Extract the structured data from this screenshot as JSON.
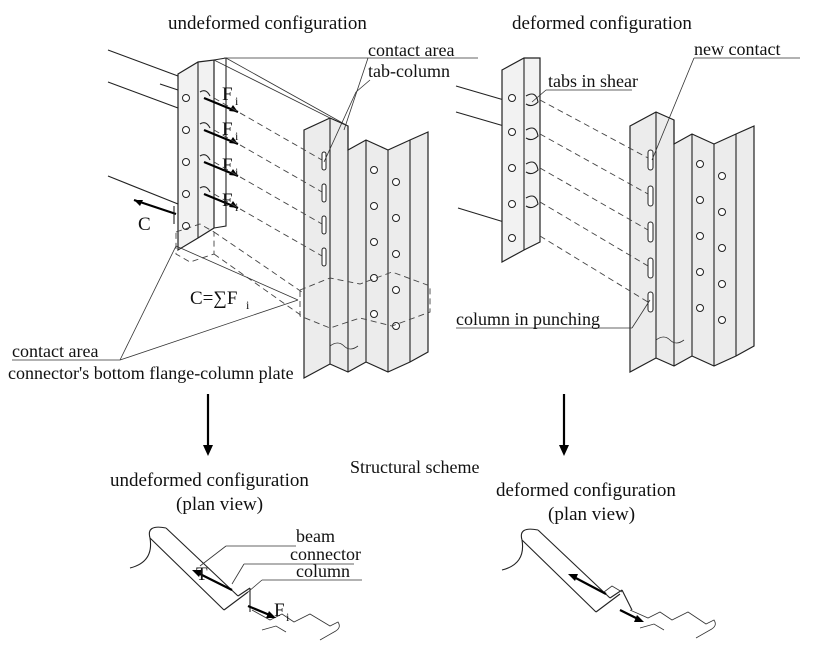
{
  "labels": {
    "undeformed_title": "undeformed configuration",
    "deformed_title": "deformed configuration",
    "contact_area_1": "contact area",
    "tab_column": "tab-column",
    "new_contact": "new contact",
    "tabs_in_shear": "tabs in shear",
    "force_symbol": "F",
    "force_subscript": "i",
    "compression_symbol": "C",
    "sum_equation": "C=∑F",
    "sum_subscript": "i",
    "column_in_punching": "column in punching",
    "contact_area_2": "contact area",
    "bottom_flange": "connector's bottom flange-column plate",
    "structural_scheme": "Structural scheme",
    "plan_undeformed_line1": "undeformed configuration",
    "plan_undeformed_line2": "(plan view)",
    "plan_deformed_line1": "deformed configuration",
    "plan_deformed_line2": "(plan view)",
    "beam": "beam",
    "connector": "connector",
    "column": "column",
    "tension_symbol": "T"
  },
  "colors": {
    "line": "#222222",
    "fill": "#ececec",
    "background": "#ffffff"
  }
}
